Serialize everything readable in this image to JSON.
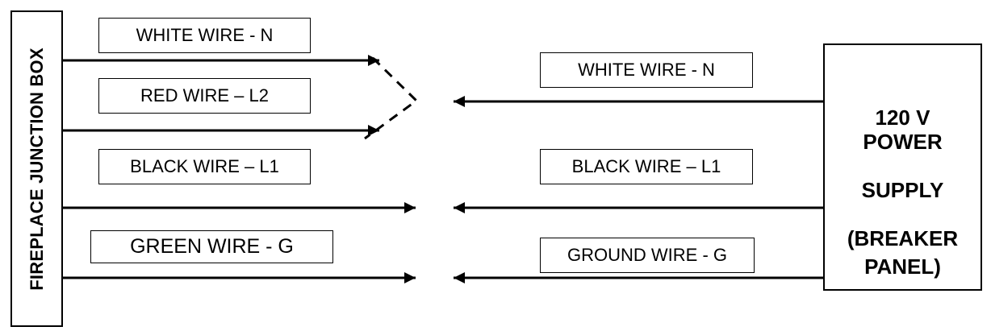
{
  "junction_box": {
    "label": "FIREPLACE JUNCTION BOX"
  },
  "power_supply": {
    "line1": "120 V",
    "line2": "POWER",
    "line3": "SUPPLY",
    "line4": "(BREAKER",
    "line5": "PANEL)"
  },
  "left_labels": {
    "white": "WHITE WIRE - N",
    "red": "RED WIRE – L2",
    "black": "BLACK WIRE – L1",
    "green": "GREEN WIRE - G"
  },
  "right_labels": {
    "white": "WHITE WIRE - N",
    "black": "BLACK WIRE – L1",
    "ground": "GROUND WIRE - G"
  }
}
